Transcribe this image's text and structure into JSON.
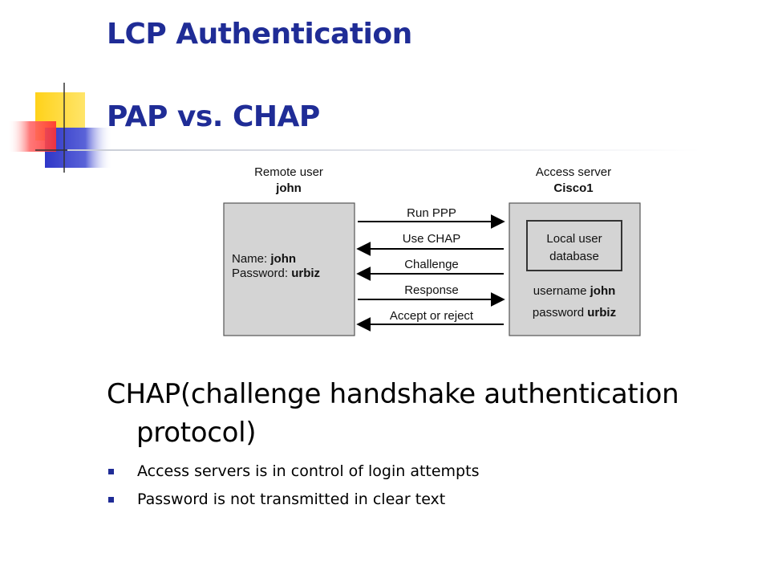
{
  "header": {
    "title": "LCP Authentication",
    "subtitle": "PAP vs. CHAP"
  },
  "diagram": {
    "remote_user": {
      "role": "Remote user",
      "name": "john"
    },
    "access_server": {
      "role": "Access server",
      "name": "Cisco1"
    },
    "client_credentials": {
      "name_label": "Name:",
      "name_value": "john",
      "password_label": "Password:",
      "password_value": "urbiz"
    },
    "local_db": {
      "line1": "Local user",
      "line2": "database"
    },
    "server_credentials": {
      "username_label": "username",
      "username_value": "john",
      "password_label": "password",
      "password_value": "urbiz"
    },
    "messages": [
      {
        "label": "Run PPP",
        "direction": "right"
      },
      {
        "label": "Use CHAP",
        "direction": "left"
      },
      {
        "label": "Challenge",
        "direction": "left"
      },
      {
        "label": "Response",
        "direction": "right"
      },
      {
        "label": "Accept or reject",
        "direction": "left"
      }
    ]
  },
  "body": {
    "heading": "CHAP(challenge handshake authentication protocol)",
    "bullets": [
      "Access servers is in control of login attempts",
      "Password is not transmitted in clear text"
    ]
  },
  "colors": {
    "title": "#1f2c96",
    "deco_yellow": "#ffd21a",
    "deco_blue": "#2f37c8",
    "deco_red": "#ff3b3b",
    "box_fill": "#d4d4d4"
  }
}
